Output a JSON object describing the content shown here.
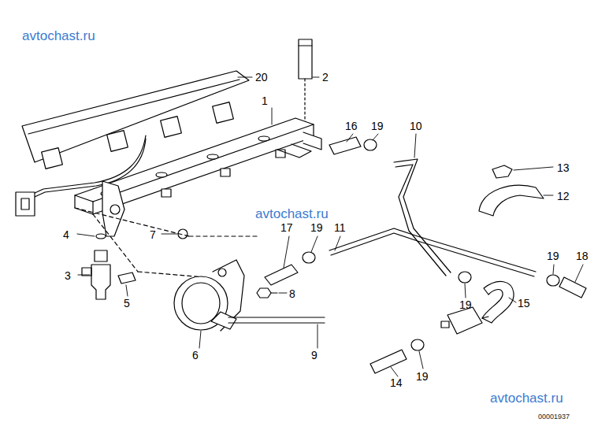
{
  "diagram": {
    "labels": [
      "avtochast.ru",
      "20",
      "2",
      "1",
      "16",
      "19",
      "10",
      "13",
      "12",
      "avtochast.ru",
      "4",
      "7",
      "17",
      "19",
      "11",
      "19",
      "18",
      "3",
      "5",
      "8",
      "6",
      "9",
      "19",
      "15",
      "14",
      "19",
      "avtochast.ru",
      "00001937"
    ]
  }
}
